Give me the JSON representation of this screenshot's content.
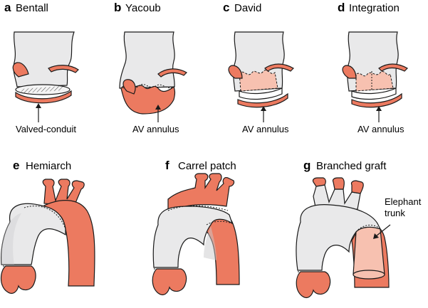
{
  "palette": {
    "tissue": "#ec7a60",
    "tissue_light": "#f7c1b0",
    "graft": "#e9e9ea",
    "graft_shadow": "#c9c9cb",
    "outline": "#1a1a1a"
  },
  "panels": [
    {
      "letter": "a",
      "title": "Bentall",
      "annotation": "Valved-conduit"
    },
    {
      "letter": "b",
      "title": "Yacoub",
      "annotation": "AV annulus"
    },
    {
      "letter": "c",
      "title": "David",
      "annotation": "AV annulus"
    },
    {
      "letter": "d",
      "title": "Integration",
      "annotation": "AV annulus"
    },
    {
      "letter": "e",
      "title": "Hemiarch"
    },
    {
      "letter": "f",
      "title": "Carrel patch"
    },
    {
      "letter": "g",
      "title": "Branched graft",
      "annotation_lines": [
        "Elephant",
        "trunk"
      ]
    }
  ]
}
